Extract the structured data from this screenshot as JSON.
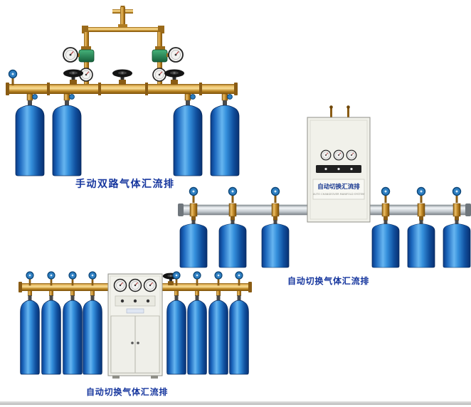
{
  "products": {
    "manual_dual": {
      "caption": "手动双路气体汇流排",
      "cylinder_count": 4
    },
    "auto_switch_right": {
      "caption": "自动切换气体汇流排",
      "cylinder_count": 6,
      "cabinet": {
        "title": "自动切换汇流排",
        "subtitle": "AUTO CHANGEOVER MANIFOLD SYSTEM"
      }
    },
    "auto_switch_bottom": {
      "caption": "自动切换气体汇流排",
      "cylinder_count": 8
    }
  },
  "colors": {
    "caption_text": "#16369e",
    "cylinder_blue": "#2f8bd9",
    "brass_pipe": "#c8902e",
    "rail_silver": "#c6ccd1",
    "cabinet_body": "#f1f1ea",
    "regulator_green": "#2e8b57",
    "background": "#ffffff"
  }
}
